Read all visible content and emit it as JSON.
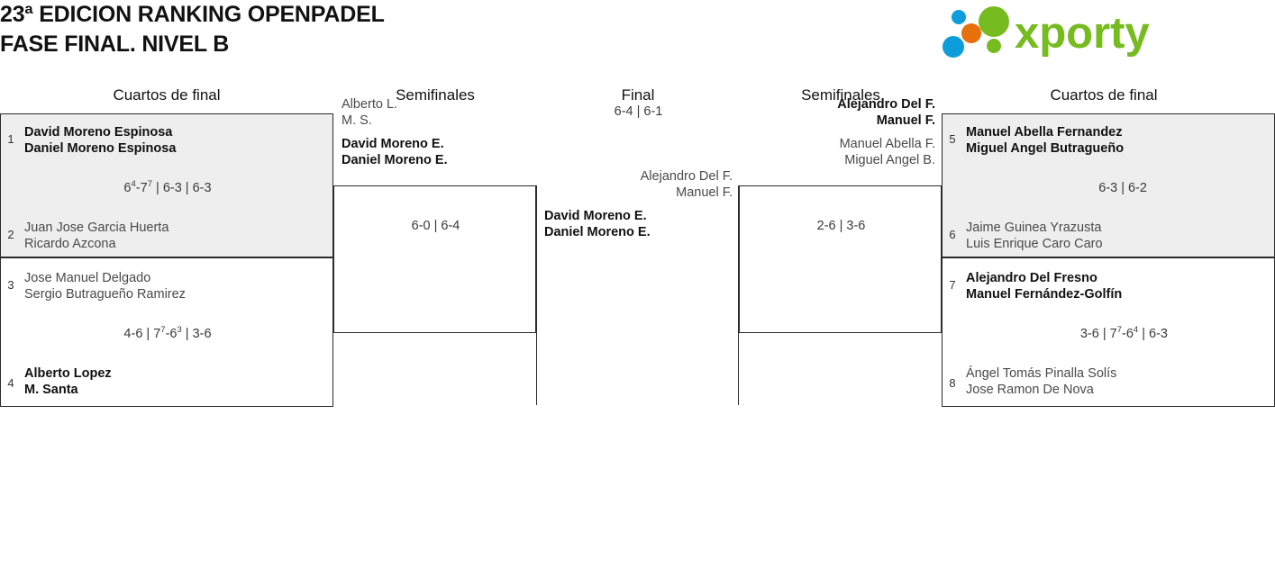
{
  "header": {
    "title": "23ª EDICION RANKING OPENPADEL\nFASE FINAL. NIVEL B",
    "logo_text": "xporty",
    "logo_colors": {
      "green": "#76bc21",
      "blue": "#0d9ddb",
      "orange": "#e8700a"
    }
  },
  "rounds": [
    {
      "label": "Cuartos de final"
    },
    {
      "label": "Semifinales"
    },
    {
      "label": "Final"
    },
    {
      "label": "Semifinales"
    },
    {
      "label": "Cuartos de final"
    }
  ],
  "bracket": {
    "left_quarters": [
      {
        "seed_top": "1",
        "top_p1": "David Moreno Espinosa",
        "top_p2": "Daniel Moreno Espinosa",
        "top_result": "winner",
        "seed_bottom": "2",
        "bottom_p1": "Juan Jose Garcia Huerta",
        "bottom_p2": "Ricardo Azcona",
        "bottom_result": "loser",
        "score": "6|4|-7|7| | 6-3 | 6-3",
        "score_parts": [
          {
            "t": "6"
          },
          {
            "t": "4",
            "sup": true
          },
          {
            "t": "-7"
          },
          {
            "t": "7",
            "sup": true
          },
          {
            "t": " | 6-3 | 6-3"
          }
        ]
      },
      {
        "seed_top": "3",
        "top_p1": "Jose Manuel Delgado",
        "top_p2": "Sergio Butragueño Ramirez",
        "top_result": "loser",
        "seed_bottom": "4",
        "bottom_p1": "Alberto Lopez",
        "bottom_p2": "M. Santa",
        "bottom_result": "winner",
        "score_parts": [
          {
            "t": "4-6 | 7"
          },
          {
            "t": "7",
            "sup": true
          },
          {
            "t": "-6"
          },
          {
            "t": "3",
            "sup": true
          },
          {
            "t": " | 3-6"
          }
        ]
      }
    ],
    "left_semifinal": {
      "top_p1": "David Moreno E.",
      "top_p2": "Daniel Moreno E.",
      "top_result": "winner",
      "bottom_p1": "Alberto L.",
      "bottom_p2": "M. S.",
      "bottom_result": "loser",
      "score_parts": [
        {
          "t": "6-0 | 6-4"
        }
      ]
    },
    "final": {
      "top_p1": "David Moreno E.",
      "top_p2": "Daniel Moreno E.",
      "top_result": "winner",
      "bottom_p1": "Alejandro Del F.",
      "bottom_p2": "Manuel F.",
      "bottom_result": "loser",
      "score_parts": [
        {
          "t": "6-4 | 6-1"
        }
      ]
    },
    "right_semifinal": {
      "top_p1": "Manuel Abella F.",
      "top_p2": "Miguel Angel B.",
      "top_result": "loser",
      "bottom_p1": "Alejandro Del F.",
      "bottom_p2": "Manuel F.",
      "bottom_result": "winner",
      "score_parts": [
        {
          "t": "2-6 | 3-6"
        }
      ]
    },
    "right_quarters": [
      {
        "seed_top": "5",
        "top_p1": "Manuel Abella Fernandez",
        "top_p2": "Miguel Angel Butragueño",
        "top_result": "winner",
        "seed_bottom": "6",
        "bottom_p1": "Jaime Guinea Yrazusta",
        "bottom_p2": "Luis Enrique Caro Caro",
        "bottom_result": "loser",
        "score_parts": [
          {
            "t": "6-3 | 6-2"
          }
        ]
      },
      {
        "seed_top": "7",
        "top_p1": "Alejandro Del Fresno",
        "top_p2": "Manuel Fernández-Golfín",
        "top_result": "winner",
        "seed_bottom": "8",
        "bottom_p1": "Ángel Tomás Pinalla Solís",
        "bottom_p2": "Jose Ramon De Nova",
        "bottom_result": "loser",
        "score_parts": [
          {
            "t": "3-6 | 7"
          },
          {
            "t": "7",
            "sup": true
          },
          {
            "t": "-6"
          },
          {
            "t": "4",
            "sup": true
          },
          {
            "t": " | 6-3"
          }
        ]
      }
    ]
  }
}
